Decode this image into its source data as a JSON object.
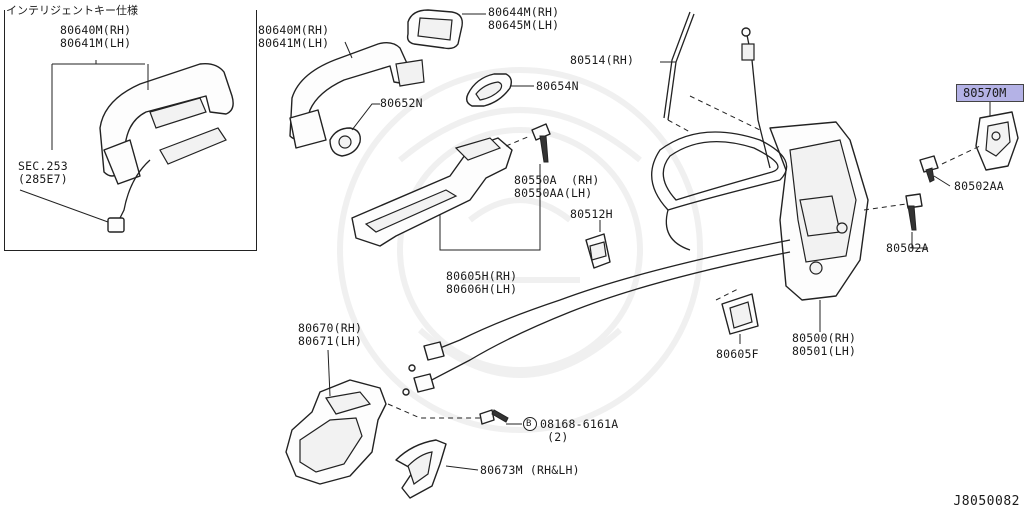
{
  "inset": {
    "title": "インテリジェントキー仕様"
  },
  "labels": {
    "inset_handle": "80640M(RH)\n80641M(LH)",
    "inset_sec": "SEC.253\n(285E7)",
    "handle": "80640M(RH)\n80641M(LH)",
    "escutcheon": "80644M(RH)\n80645M(LH)",
    "rod": "80514(RH)",
    "gasket": "80654N",
    "gasket_small": "80652N",
    "screw_a": "80550A  (RH)\n80550AA(LH)",
    "clip": "80512H",
    "bracket": "80605H(RH)\n80606H(LH)",
    "highlighted": "80570M",
    "screw_aa": "80502AA",
    "screw_502a": "80502A",
    "lock": "80500(RH)\n80501(LH)",
    "clip_f": "80605F",
    "inside_handle": "80670(RH)\n80671(LH)",
    "bolt": "08168-6161A\n (2)",
    "bolt_mark": "B",
    "cover": "80673M (RH&LH)"
  },
  "diagram_id": "J8050082"
}
